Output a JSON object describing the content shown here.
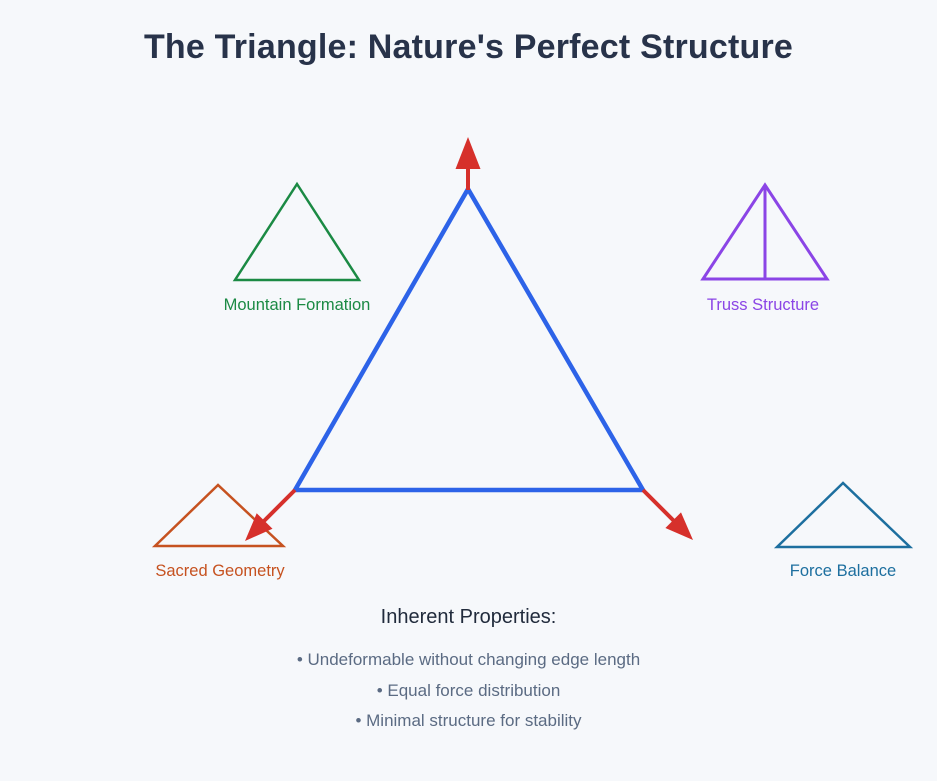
{
  "title": "The Triangle: Nature's Perfect Structure",
  "colors": {
    "background": "#f6f8fb",
    "title": "#28334a",
    "main_triangle": "#2d63e8",
    "arrow": "#d6302b",
    "mountain": "#1b8a44",
    "truss": "#8b45e6",
    "sacred": "#c65220",
    "force": "#1d6f9f",
    "properties_heading": "#212b3c",
    "properties_text": "#5b6b83"
  },
  "diagram": {
    "main_shape": "equilateral-triangle-with-force-arrows",
    "examples": [
      {
        "label": "Mountain Formation",
        "color": "#1b8a44"
      },
      {
        "label": "Truss Structure",
        "color": "#8b45e6"
      },
      {
        "label": "Sacred Geometry",
        "color": "#c65220"
      },
      {
        "label": "Force Balance",
        "color": "#1d6f9f"
      }
    ]
  },
  "properties": {
    "heading": "Inherent Properties:",
    "items": [
      "• Undeformable without changing edge length",
      "• Equal force distribution",
      "• Minimal structure for stability"
    ]
  }
}
